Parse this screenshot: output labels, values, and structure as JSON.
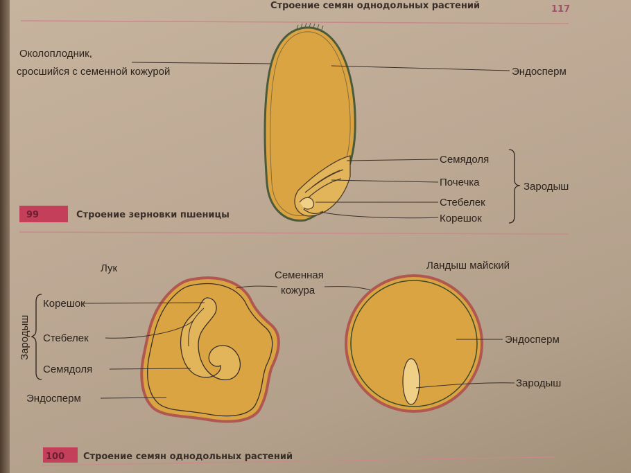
{
  "header": {
    "running_title": "Строение семян однодольных растений",
    "page_number": "117"
  },
  "figure99": {
    "number": "99",
    "caption": "Строение зерновки пшеницы",
    "labels": {
      "pericarp_line1": "Околоплодник,",
      "pericarp_line2": "сросшийся с семенной кожурой",
      "endosperm": "Эндосперм",
      "cotyledon": "Семядоля",
      "bud": "Почечка",
      "stem": "Стебелек",
      "root": "Корешок",
      "embryo": "Зародыш"
    }
  },
  "figure100": {
    "number": "100",
    "caption": "Строение семян однодольных растений",
    "onion": {
      "title": "Лук",
      "embryo_group": "Зародыш",
      "root": "Корешок",
      "stem": "Стебелек",
      "cotyledon": "Семядоля",
      "endosperm": "Эндосперм"
    },
    "seed_coat_line1": "Семенная",
    "seed_coat_line2": "кожура",
    "lily": {
      "title": "Ландыш майский",
      "endosperm": "Эндосперм",
      "embryo": "Зародыш"
    }
  },
  "colors": {
    "endosperm_fill": "#d9a441",
    "seed_coat": "#b0574f",
    "rule_line": "#c98a8a",
    "figure_number_bg": "#c4405a"
  }
}
